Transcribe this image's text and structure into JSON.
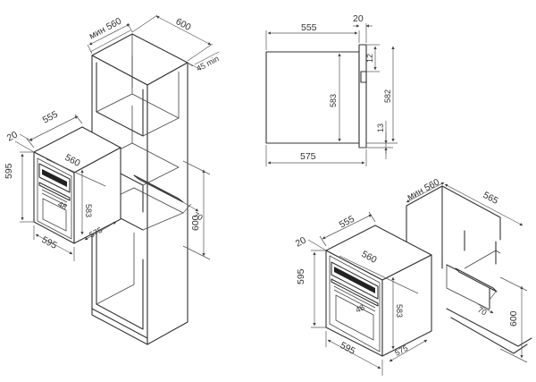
{
  "cabinet_dims": {
    "min_width": "мин 560",
    "depth": "600",
    "gap": "45 min",
    "niche_depth": "70",
    "niche_height": "600"
  },
  "oven_left_dims": {
    "front_offset": "20",
    "depth": "555",
    "height": "595",
    "inner_width": "560",
    "inner_height": "583",
    "handle_offset": "48",
    "width": "595",
    "inner_bottom": "575"
  },
  "side_view_dims": {
    "depth": "555",
    "front": "20",
    "top_offset": "12",
    "inner_height": "583",
    "height": "582",
    "bottom_offset": "13",
    "total_depth": "575"
  },
  "oven_right_dims": {
    "min_width": "мин 560",
    "cab_depth": "565",
    "front_offset": "20",
    "depth": "555",
    "height": "595",
    "inner_width": "560",
    "inner_height": "583",
    "handle_offset": "48",
    "width": "595",
    "inner_bottom": "575",
    "niche_depth": "70",
    "niche_height": "600"
  }
}
